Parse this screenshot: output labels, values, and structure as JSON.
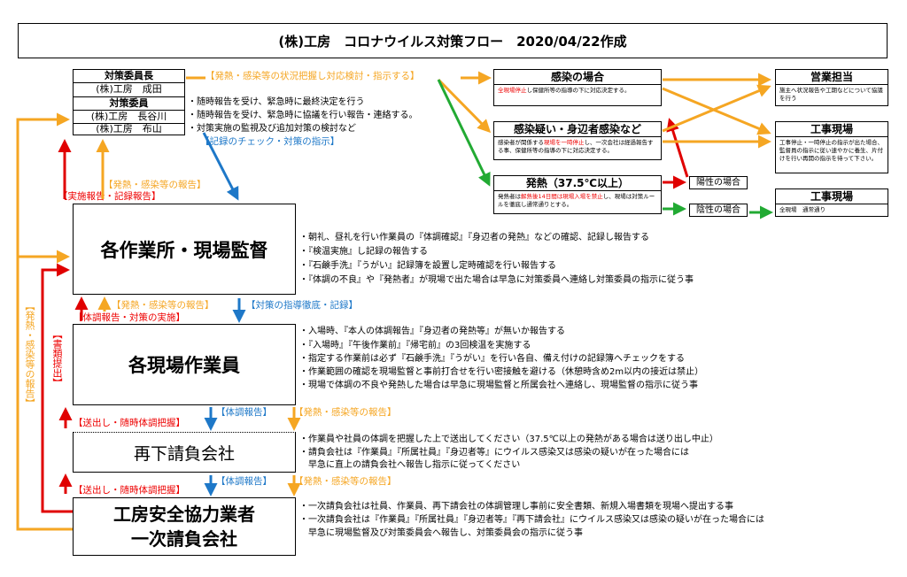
{
  "title": "(株)工房　コロナウイルス対策フロー　2020/04/22作成",
  "committee": {
    "head_label": "対策委員長",
    "head_name": "(株)工房　成田",
    "member_label": "対策委員",
    "member1": "(株)工房　長谷川",
    "member2": "(株)工房　布山",
    "notes": [
      "・随時報告を受け、緊急時に最終決定を行う",
      "・随時報告を受け、緊急時に協議を行い報告・連絡する。",
      "・対策実施の監視及び追加対策の検討など"
    ]
  },
  "labels": {
    "status_check": "【発熱・感染等の状況把握し対応検討・指示する】",
    "record_check": "【記録のチェック・対策の指示】",
    "report_fever_1": "【発熱・感染等の報告】",
    "impl_report": "【実施報告・記録報告】",
    "report_fever_2": "【発熱・感染等の報告】",
    "health_report": "【体調報告・対策の実施】",
    "guidance": "【対策の指導徹底・記録】",
    "left_vertical": "【発熱・感染等の報告】",
    "doc_submit": "【書類提出】",
    "dispatch_1": "【送出し・随時体調把握】",
    "body_report_1": "【体調報告】",
    "report_fever_3": "【発熱・感染等の報告】",
    "dispatch_2": "【送出し・随時体調把握】",
    "body_report_2": "【体調報告】",
    "report_fever_4": "【発熱・感染等の報告】",
    "positive": "陽性の場合",
    "negative": "陰性の場合"
  },
  "cases": {
    "infection": {
      "title": "感染の場合",
      "body_red": "全現場停止",
      "body": "し保健所等の指導の下に対応決定する。"
    },
    "suspected": {
      "title": "感染疑い・身辺者感染など",
      "body_a": "感染者が関係する",
      "body_red": "現場を一時停止",
      "body_b": "し、一次会社は経過報告する事、保健所等の指導の下に対応決定する。"
    },
    "fever": {
      "title": "発熱（37.5℃以上）",
      "body_a": "発熱者は",
      "body_red": "解熱後14日間は現場入場を禁止",
      "body_b": "し、現場は対策ルールを徹底し通常通りとする。"
    }
  },
  "right": {
    "sales": {
      "title": "営業担当",
      "body": "施主へ状況報告や工期などについて協議を行う"
    },
    "site1": {
      "title": "工事現場",
      "body": "工事停止・一時停止の指示が出た場合、監督員の指示に従い速やかに養生、片付けを行い再開の指示を待って下さい。"
    },
    "site2": {
      "title": "工事現場",
      "body": "全現場　通常通り"
    }
  },
  "levels": [
    {
      "name": "各作業所・現場監督",
      "notes": [
        "・朝礼、昼礼を行い作業員の『体調確認』『身辺者の発熱』などの確認、記録し報告する",
        "・『検温実施』し記録の報告する",
        "・『石鹸手洗』『うがい』記録簿を設置し定時確認を行い報告する",
        "・『体調の不良』や『発熱者』が現場で出た場合は早急に対策委員へ連絡し対策委員の指示に従う事"
      ]
    },
    {
      "name": "各現場作業員",
      "notes": [
        "・入場時、『本人の体調報告』『身辺者の発熱等』が無いか報告する",
        "・『入場時』『午後作業前』『帰宅前』の3回検温を実施する",
        "・指定する作業前は必ず『石鹸手洗』『うがい』を行い各自、備え付けの記録簿へチェックをする",
        "・作業範囲の確認を現場監督と事前打合せを行い密接触を避ける（休憩時含め2m以内の接近は禁止）",
        "・現場で体調の不良や発熱した場合は早急に現場監督と所属会社へ連絡し、現場監督の指示に従う事"
      ]
    },
    {
      "name": "再下請負会社",
      "notes": [
        "・作業員や社員の体調を把握した上で送出してください（37.5℃以上の発熱がある場合は送り出し中止）",
        "・請負会社は『作業員』『所属社員』『身辺者等』にウイルス感染又は感染の疑いが在った場合には",
        "　早急に直上の請負会社へ報告し指示に従ってください"
      ]
    },
    {
      "name1": "工房安全協力業者",
      "name2": "一次請負会社",
      "notes": [
        "・一次請負会社は社員、作業員、再下請会社の体調管理し事前に安全書類、新規入場書類を現場へ提出する事",
        "・一次請負会社は『作業員』『所属社員』『身辺者等』『再下請会社』にウイルス感染又は感染の疑いが在った場合には",
        "　早急に現場監督及び対策委員会へ報告し、対策委員会の指示に従う事"
      ]
    }
  ],
  "colors": {
    "orange": "#f5a623",
    "red": "#e00000",
    "blue": "#1e78c8",
    "green": "#22aa33"
  }
}
